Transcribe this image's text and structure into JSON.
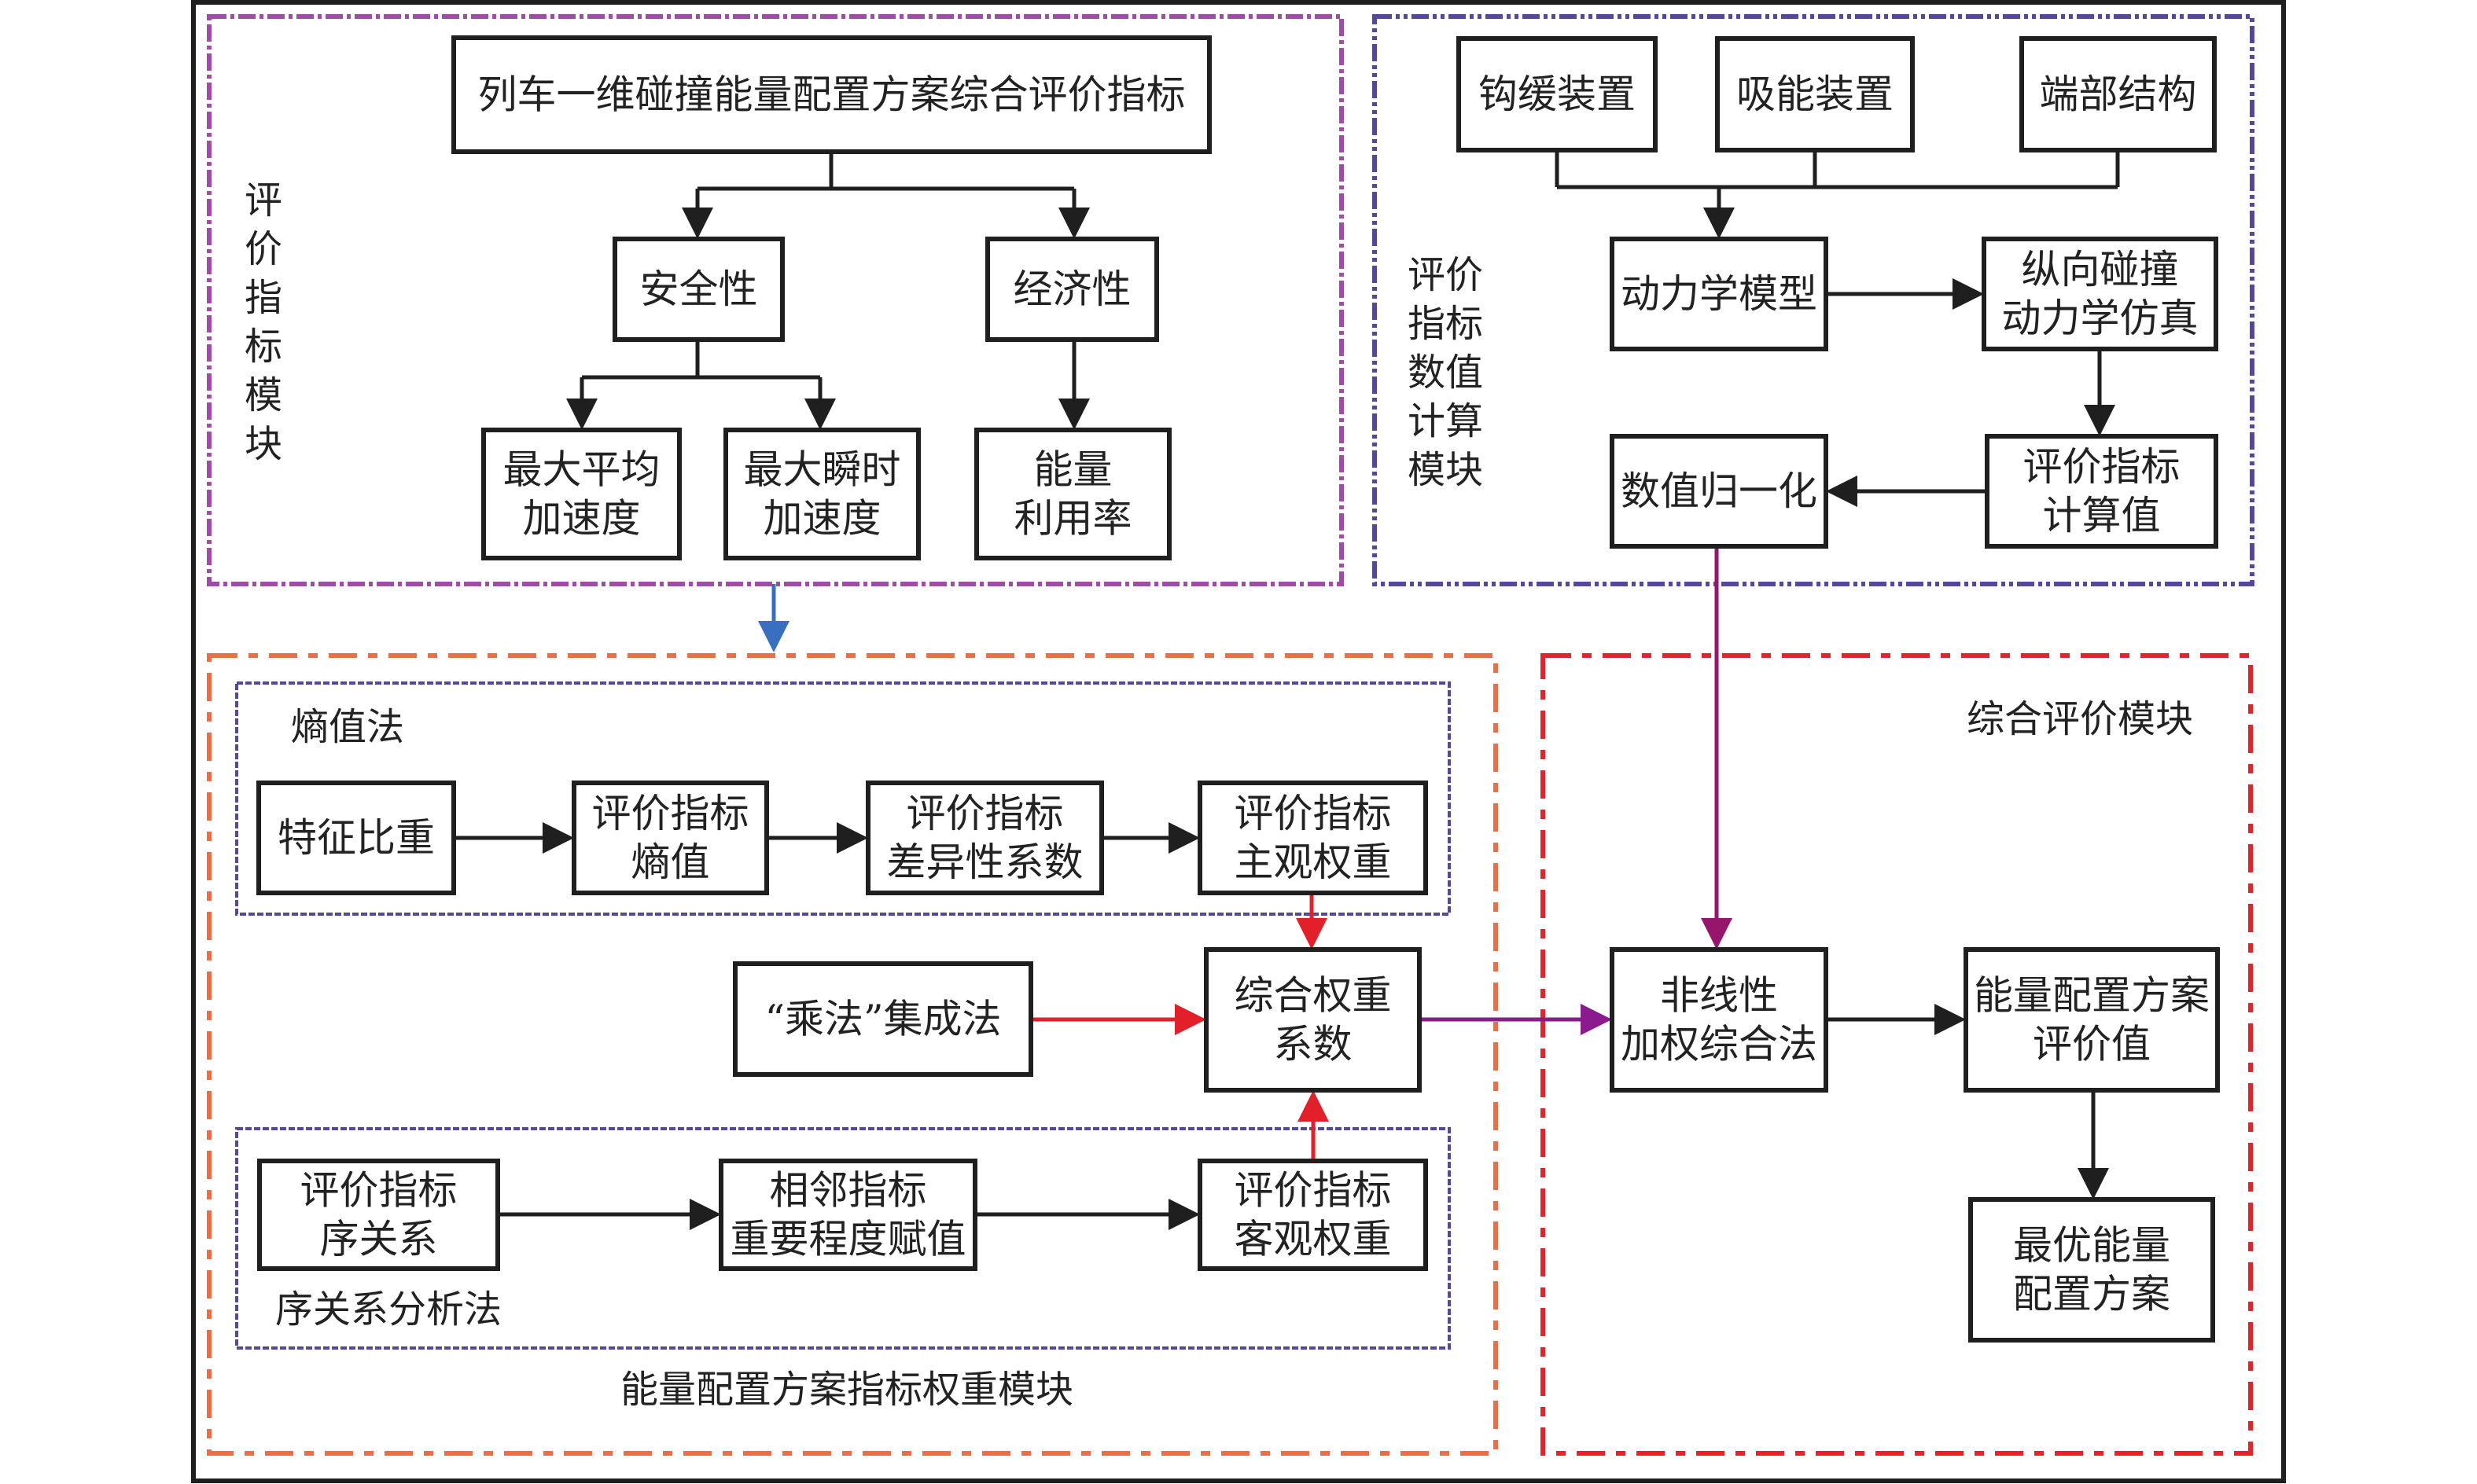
{
  "colors": {
    "frame": "#1f1f1f",
    "eval_index_module": "#a04ba8",
    "numeric_module": "#5546a0",
    "weight_module": "#ea6e46",
    "entropy_group": "#5546a0",
    "order_group": "#5546a0",
    "comprehensive_module": "#e3242b",
    "blue_arrow": "#3a6fc0",
    "red_arrow": "#e3202a",
    "purple_arrow": "#8a1a8e",
    "magenta_arrow": "#95166a",
    "black_arrow": "#1f1f1f"
  },
  "modules": {
    "eval_index": {
      "label": "评价指标模块",
      "nodes": {
        "root": [
          "列车一维碰撞能量配置方案综合评价指标"
        ],
        "safety": [
          "安全性"
        ],
        "economy": [
          "经济性"
        ],
        "max_avg_acc": [
          "最大平均",
          "加速度"
        ],
        "max_inst_acc": [
          "最大瞬时",
          "加速度"
        ],
        "energy_util": [
          "能量",
          "利用率"
        ]
      }
    },
    "numeric": {
      "label_lines": [
        "评价",
        "指标",
        "数值",
        "计算",
        "模块"
      ],
      "nodes": {
        "coupler": [
          "钩缓装置"
        ],
        "absorber": [
          "吸能装置"
        ],
        "end_structure": [
          "端部结构"
        ],
        "dynamics_model": [
          "动力学模型"
        ],
        "collision_sim": [
          "纵向碰撞",
          "动力学仿真"
        ],
        "normalize": [
          "数值归一化"
        ],
        "index_value": [
          "评价指标",
          "计算值"
        ]
      }
    },
    "weight": {
      "label": "能量配置方案指标权重模块",
      "entropy": {
        "label": "熵值法",
        "nodes": {
          "feature_weight": [
            "特征比重"
          ],
          "entropy_value": [
            "评价指标",
            "熵值"
          ],
          "diff_coeff": [
            "评价指标",
            "差异性系数"
          ],
          "subjective_weight": [
            "评价指标",
            "主观权重"
          ]
        }
      },
      "multiply": [
        "“乘法”集成法"
      ],
      "combined": [
        "综合权重",
        "系数"
      ],
      "order": {
        "label": "序关系分析法",
        "nodes": {
          "order_relation": [
            "评价指标",
            "序关系"
          ],
          "importance": [
            "相邻指标",
            "重要程度赋值"
          ],
          "objective_weight": [
            "评价指标",
            "客观权重"
          ]
        }
      }
    },
    "comprehensive": {
      "label": "综合评价模块",
      "nodes": {
        "nonlinear": [
          "非线性",
          "加权综合法"
        ],
        "scheme_value": [
          "能量配置方案",
          "评价值"
        ],
        "optimal": [
          "最优能量",
          "配置方案"
        ]
      }
    }
  }
}
